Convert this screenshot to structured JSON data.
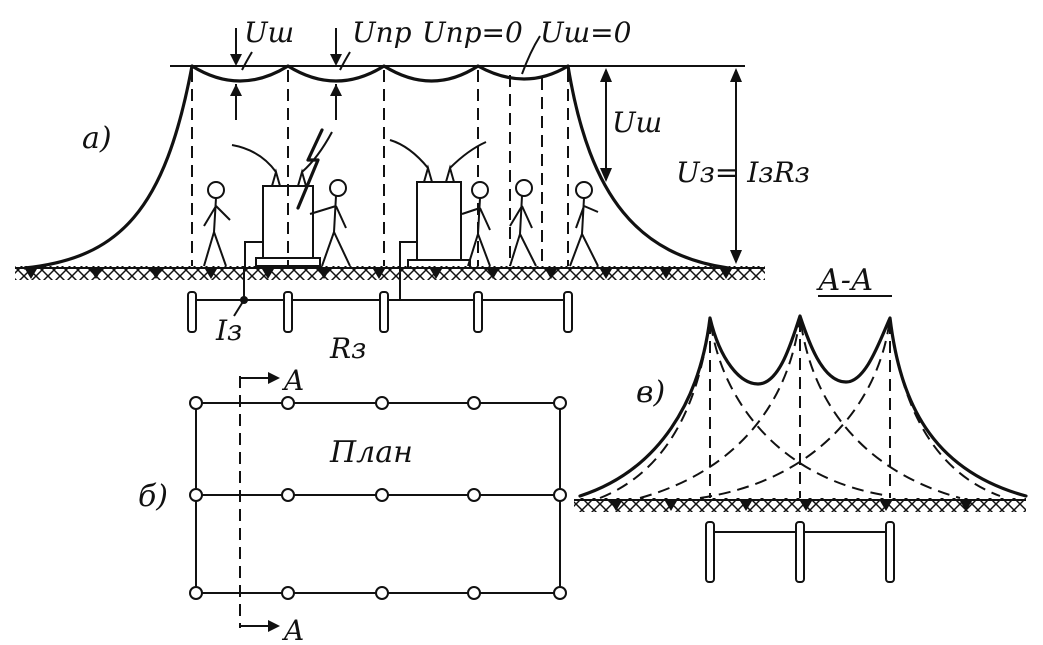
{
  "panels": {
    "a": {
      "label": "а)"
    },
    "b": {
      "label": "б)",
      "plan_title": "План",
      "section_mark": "A"
    },
    "c": {
      "label": "в)",
      "section_title": "А-А"
    }
  },
  "labels": {
    "u_sh": "Uш",
    "u_pr": "Uпр",
    "u_pr_zero": "Uпр=0",
    "u_sh_zero": "Uш=0",
    "u_sh_right": "Uш",
    "u_z": "Uз= IзRз",
    "i_z": "Iз",
    "r_z": "Rз"
  }
}
